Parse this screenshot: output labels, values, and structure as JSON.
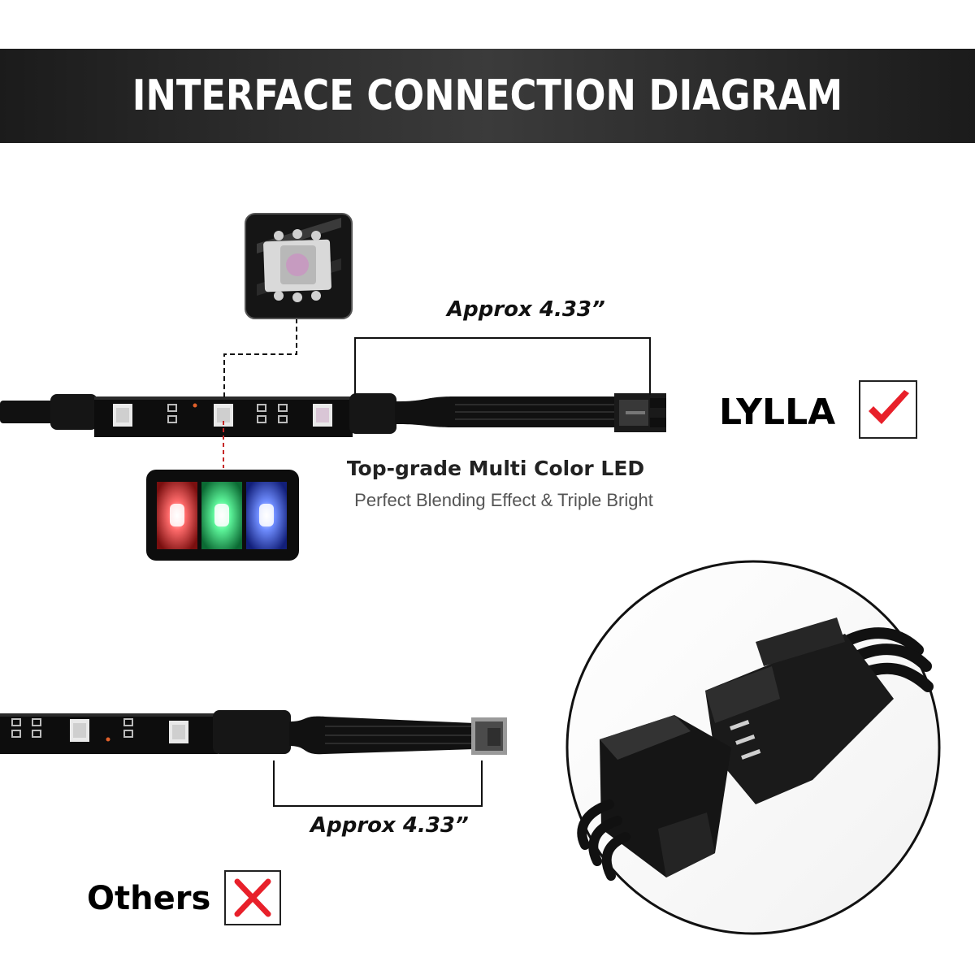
{
  "banner": {
    "title": "INTERFACE CONNECTION DIAGRAM"
  },
  "top_strip": {
    "length_label": "Approx 4.33”"
  },
  "bottom_strip": {
    "length_label": "Approx 4.33”"
  },
  "feature": {
    "title": "Top-grade Multi Color LED",
    "subtitle": "Perfect Blending Effect & Triple Bright"
  },
  "brands": {
    "recommended": {
      "name": "LYLLA",
      "mark": "check-icon",
      "mark_color": "#e8202a"
    },
    "others": {
      "name": "Others",
      "mark": "cross-icon",
      "mark_color": "#e8202a"
    }
  },
  "led_colors": [
    "#e53935",
    "#2ecc71",
    "#3f6bff"
  ]
}
